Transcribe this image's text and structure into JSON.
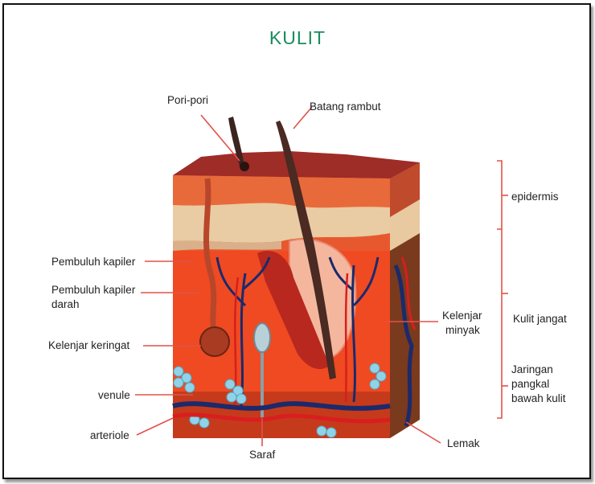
{
  "title": "KULIT",
  "labels": {
    "pori_pori": "Pori-pori",
    "batang_rambut": "Batang rambut",
    "pembuluh_kapiler": "Pembuluh kapiler",
    "pembuluh_kapiler_darah_1": "Pembuluh kapiler",
    "pembuluh_kapiler_darah_2": "darah",
    "kelenjar_keringat": "Kelenjar keringat",
    "venule": "venule",
    "arteriole": "arteriole",
    "saraf": "Saraf",
    "lemak": "Lemak",
    "kelenjar_minyak_1": "Kelenjar",
    "kelenjar_minyak_2": "minyak",
    "epidermis": "epidermis",
    "kulit_jangat": "Kulit jangat",
    "jaringan_1": "Jaringan",
    "jaringan_2": "pangkal",
    "jaringan_3": "bawah kulit"
  },
  "colors": {
    "title": "#1a8c5c",
    "pointer_line": "#e0524a",
    "epidermis_top": "#a8322a",
    "dermis": "#e8582e",
    "vein": "#1b2a6b",
    "artery": "#d81e1e",
    "fat": "#8fd3e8"
  }
}
